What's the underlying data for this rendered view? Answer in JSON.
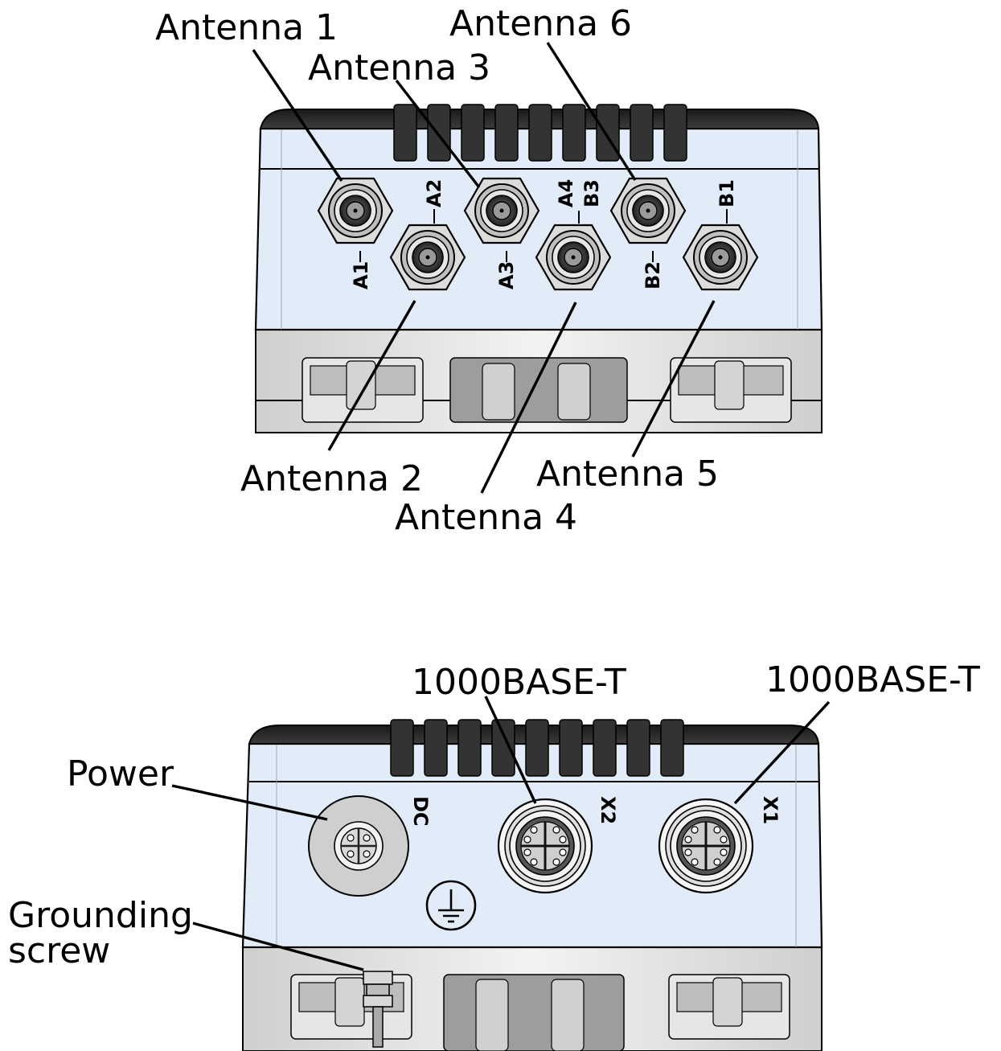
{
  "top_view": {
    "callouts": {
      "antenna_1": "Antenna 1",
      "antenna_2": "Antenna 2",
      "antenna_3": "Antenna 3",
      "antenna_4": "Antenna 4",
      "antenna_5": "Antenna 5",
      "antenna_6": "Antenna 6"
    },
    "port_labels": {
      "a1": "A1",
      "a2": "A2",
      "a3": "A3",
      "a4": "A4",
      "b1": "B1",
      "b2": "B2",
      "b3": "B3"
    }
  },
  "bottom_view": {
    "callouts": {
      "power": "Power",
      "eth_x2": "1000BASE-T",
      "eth_x1": "1000BASE-T",
      "grounding_line1": "Grounding",
      "grounding_line2": "screw"
    },
    "port_labels": {
      "dc": "DC",
      "x2": "X2",
      "x1": "X1"
    }
  },
  "colors": {
    "body": "#e2ecf8",
    "top_cap": "#2a2a2a",
    "metal": "#c9c9c9",
    "outline": "#000000"
  }
}
